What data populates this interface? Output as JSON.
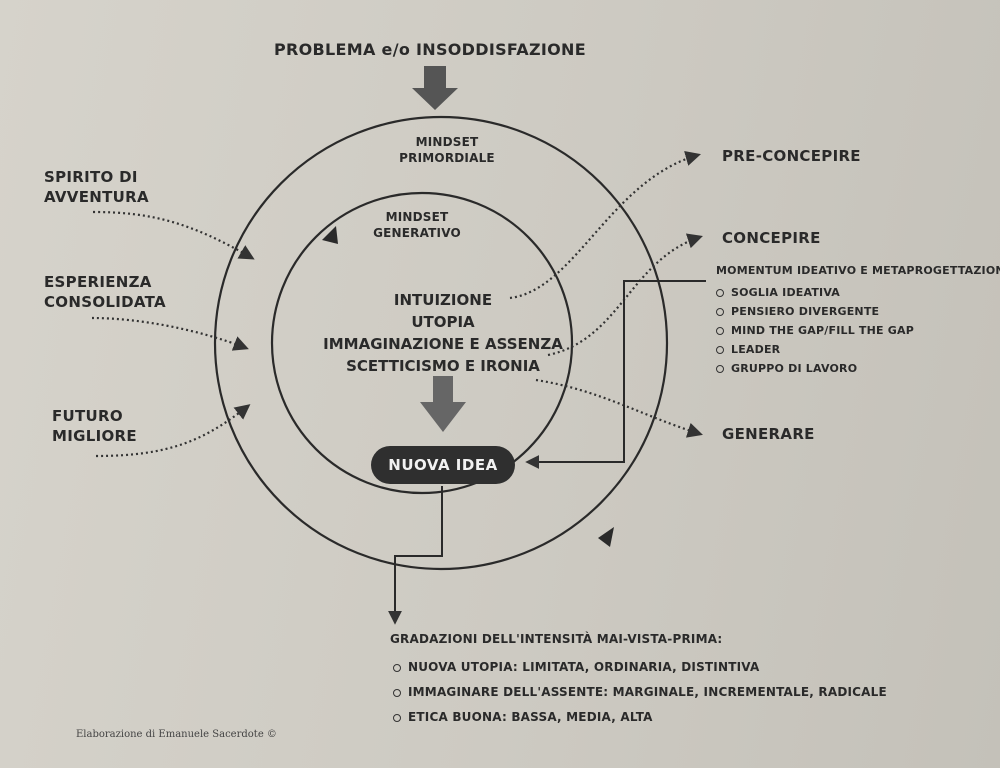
{
  "header": {
    "problem": "PROBLEMA e/o INSODDISFAZIONE"
  },
  "circles": {
    "outer_label_line1": "MINDSET",
    "outer_label_line2": "PRIMORDIALE",
    "inner_label_line1": "MINDSET",
    "inner_label_line2": "GENERATIVO"
  },
  "core": {
    "lines": [
      "INTUIZIONE",
      "UTOPIA",
      "IMMAGINAZIONE E ASSENZA",
      "SCETTICISMO E IRONIA"
    ]
  },
  "result": {
    "pill": "NUOVA IDEA"
  },
  "inputs": [
    {
      "line1": "SPIRITO DI",
      "line2": "AVVENTURA"
    },
    {
      "line1": "ESPERIENZA",
      "line2": "CONSOLIDATA"
    },
    {
      "line1": "FUTURO",
      "line2": "MIGLIORE"
    }
  ],
  "outputs": {
    "preconcepire": "PRE-CONCEPIRE",
    "concepire": "CONCEPIRE",
    "generare": "GENERARE"
  },
  "momentum": {
    "title": "MOMENTUM IDEATIVO E METAPROGETTAZIONE",
    "items": [
      "SOGLIA IDEATIVA",
      "PENSIERO DIVERGENTE",
      "MIND THE GAP/FILL THE GAP",
      "LEADER",
      "GRUPPO DI LAVORO"
    ]
  },
  "gradazioni": {
    "title": "GRADAZIONI DELL'INTENSITÀ MAI-VISTA-PRIMA:",
    "items": [
      "NUOVA UTOPIA: LIMITATA, ORDINARIA, DISTINTIVA",
      "IMMAGINARE DELL'ASSENTE: MARGINALE, INCREMENTALE, RADICALE",
      "ETICA BUONA: BASSA, MEDIA, ALTA"
    ]
  },
  "credit": "Elaborazione di Emanuele Sacerdote ©"
}
